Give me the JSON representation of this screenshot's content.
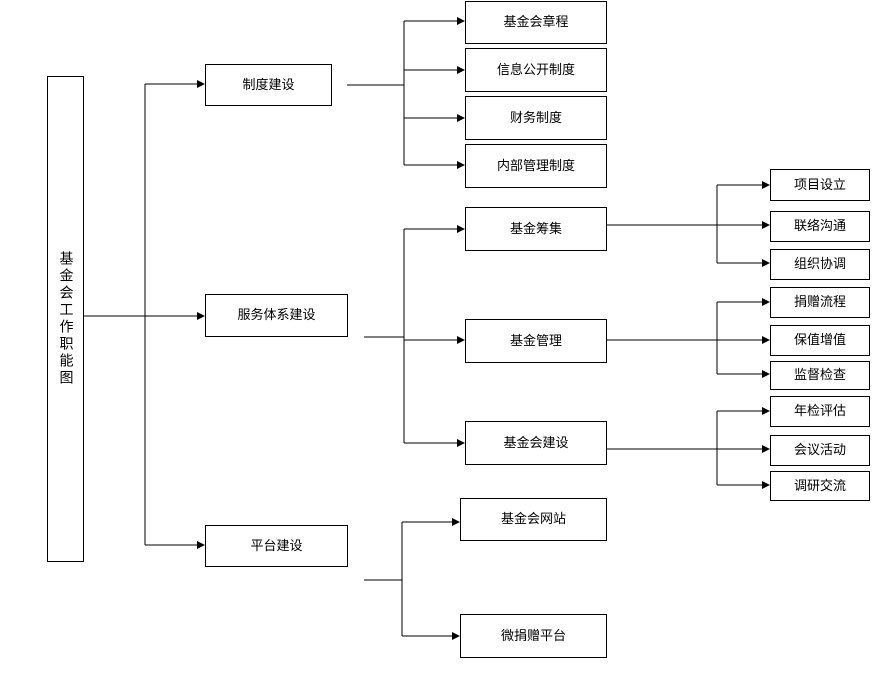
{
  "root": {
    "label": "基金会工作职能图"
  },
  "branches": {
    "system": {
      "label": "制度建设",
      "children": [
        "基金会章程",
        "信息公开制度",
        "财务制度",
        "内部管理制度"
      ]
    },
    "service": {
      "label": "服务体系建设",
      "fundraising": {
        "label": "基金筹集",
        "children": [
          "项目设立",
          "联络沟通",
          "组织协调"
        ]
      },
      "management": {
        "label": "基金管理",
        "children": [
          "捐赠流程",
          "保值增值",
          "监督检查"
        ]
      },
      "construction": {
        "label": "基金会建设",
        "children": [
          "年检评估",
          "会议活动",
          "调研交流"
        ]
      }
    },
    "platform": {
      "label": "平台建设",
      "children": [
        "基金会网站",
        "微捐赠平台"
      ]
    }
  }
}
